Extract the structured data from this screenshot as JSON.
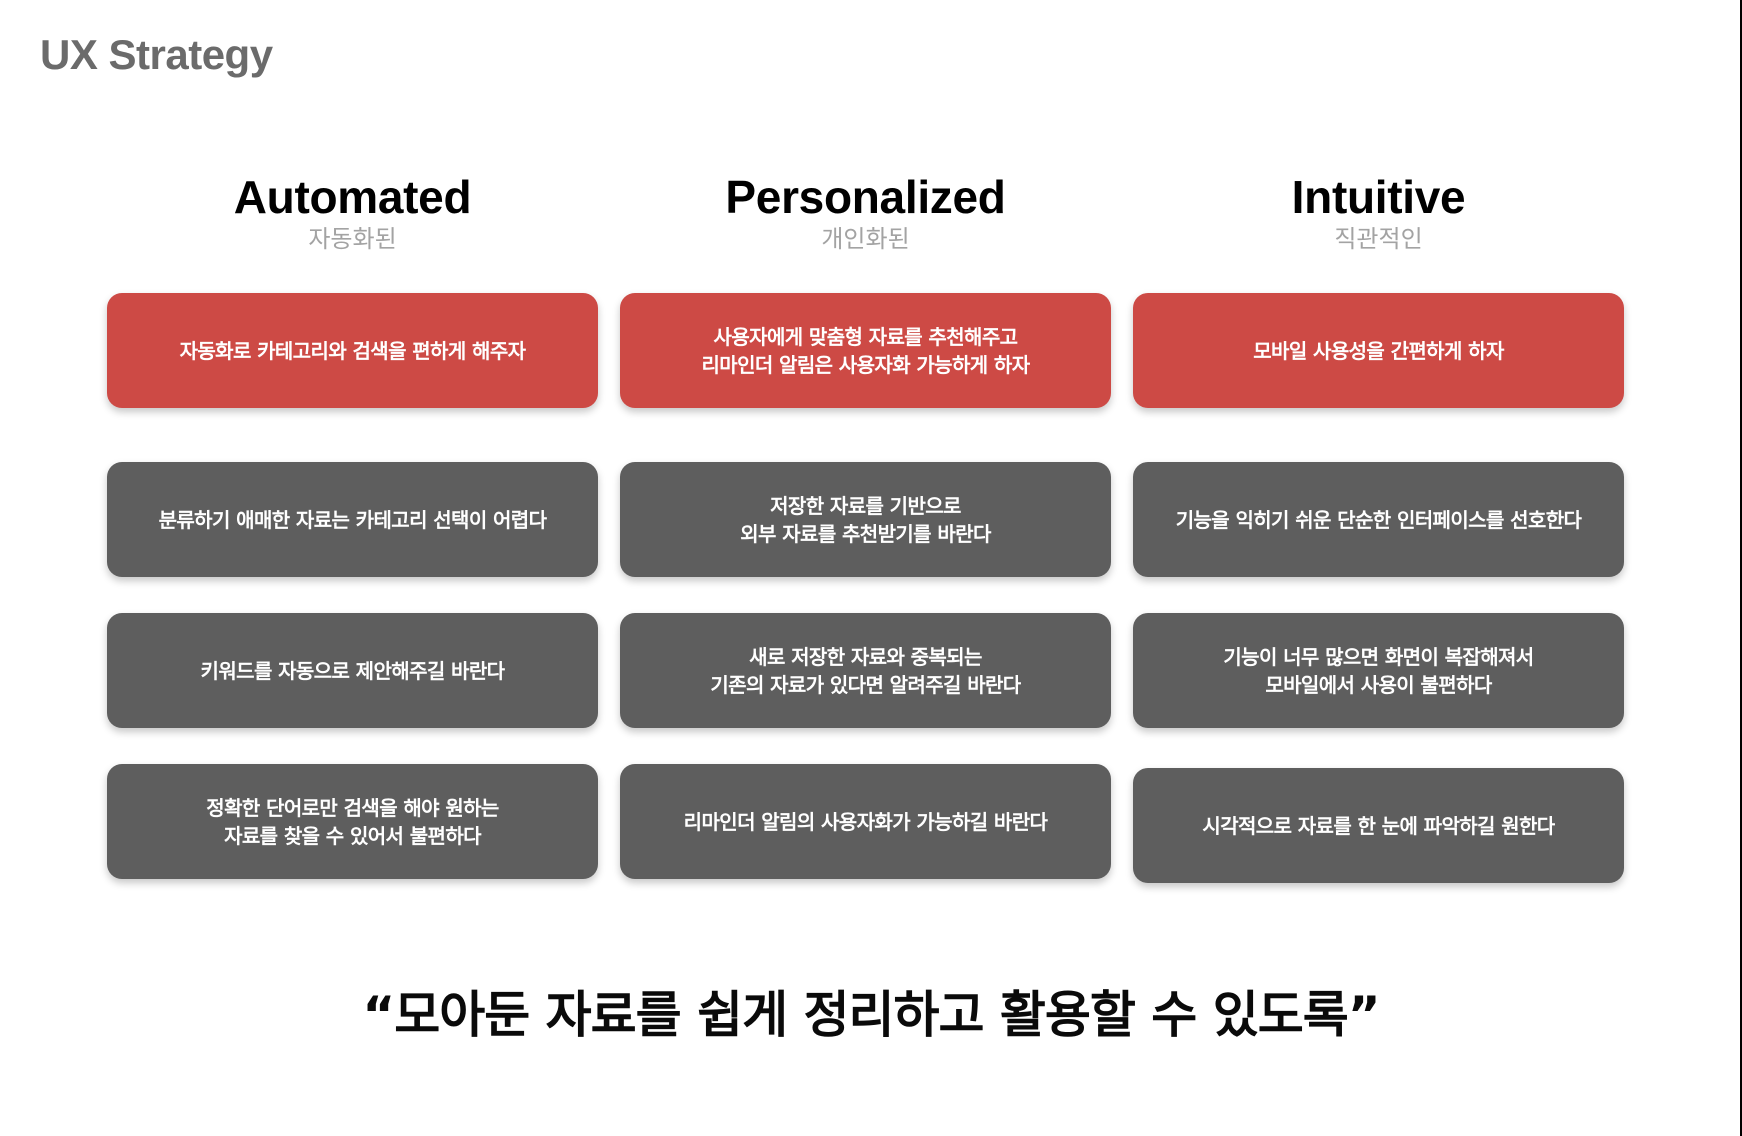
{
  "page": {
    "title": "UX Strategy",
    "quote": "“모아둔 자료를 쉽게 정리하고 활용할 수 있도록”"
  },
  "colors": {
    "goal_card": "#cd4a45",
    "need_card": "#5e5e5e",
    "title_gray": "#6b6b6b",
    "subtitle_gray": "#a3a3a3"
  },
  "columns": [
    {
      "title": "Automated",
      "subtitle": "자동화된",
      "goal": "자동화로 카테고리와 검색을 편하게 해주자",
      "needs": [
        "분류하기 애매한 자료는 카테고리 선택이 어렵다",
        "키워드를 자동으로 제안해주길 바란다",
        "정확한 단어로만 검색을 해야 원하는\n자료를 찾을 수 있어서 불편하다"
      ]
    },
    {
      "title": "Personalized",
      "subtitle": "개인화된",
      "goal": "사용자에게 맞춤형 자료를 추천해주고\n리마인더 알림은 사용자화 가능하게 하자",
      "needs": [
        "저장한 자료를 기반으로\n외부 자료를 추천받기를 바란다",
        "새로 저장한 자료와 중복되는\n기존의 자료가 있다면 알려주길 바란다",
        "리마인더 알림의 사용자화가 가능하길 바란다"
      ]
    },
    {
      "title": "Intuitive",
      "subtitle": "직관적인",
      "goal": "모바일 사용성을 간편하게 하자",
      "needs": [
        "기능을 익히기 쉬운 단순한 인터페이스를 선호한다",
        "기능이 너무 많으면 화면이 복잡해져서\n모바일에서 사용이 불편하다",
        "시각적으로 자료를 한 눈에 파악하길 원한다"
      ]
    }
  ]
}
